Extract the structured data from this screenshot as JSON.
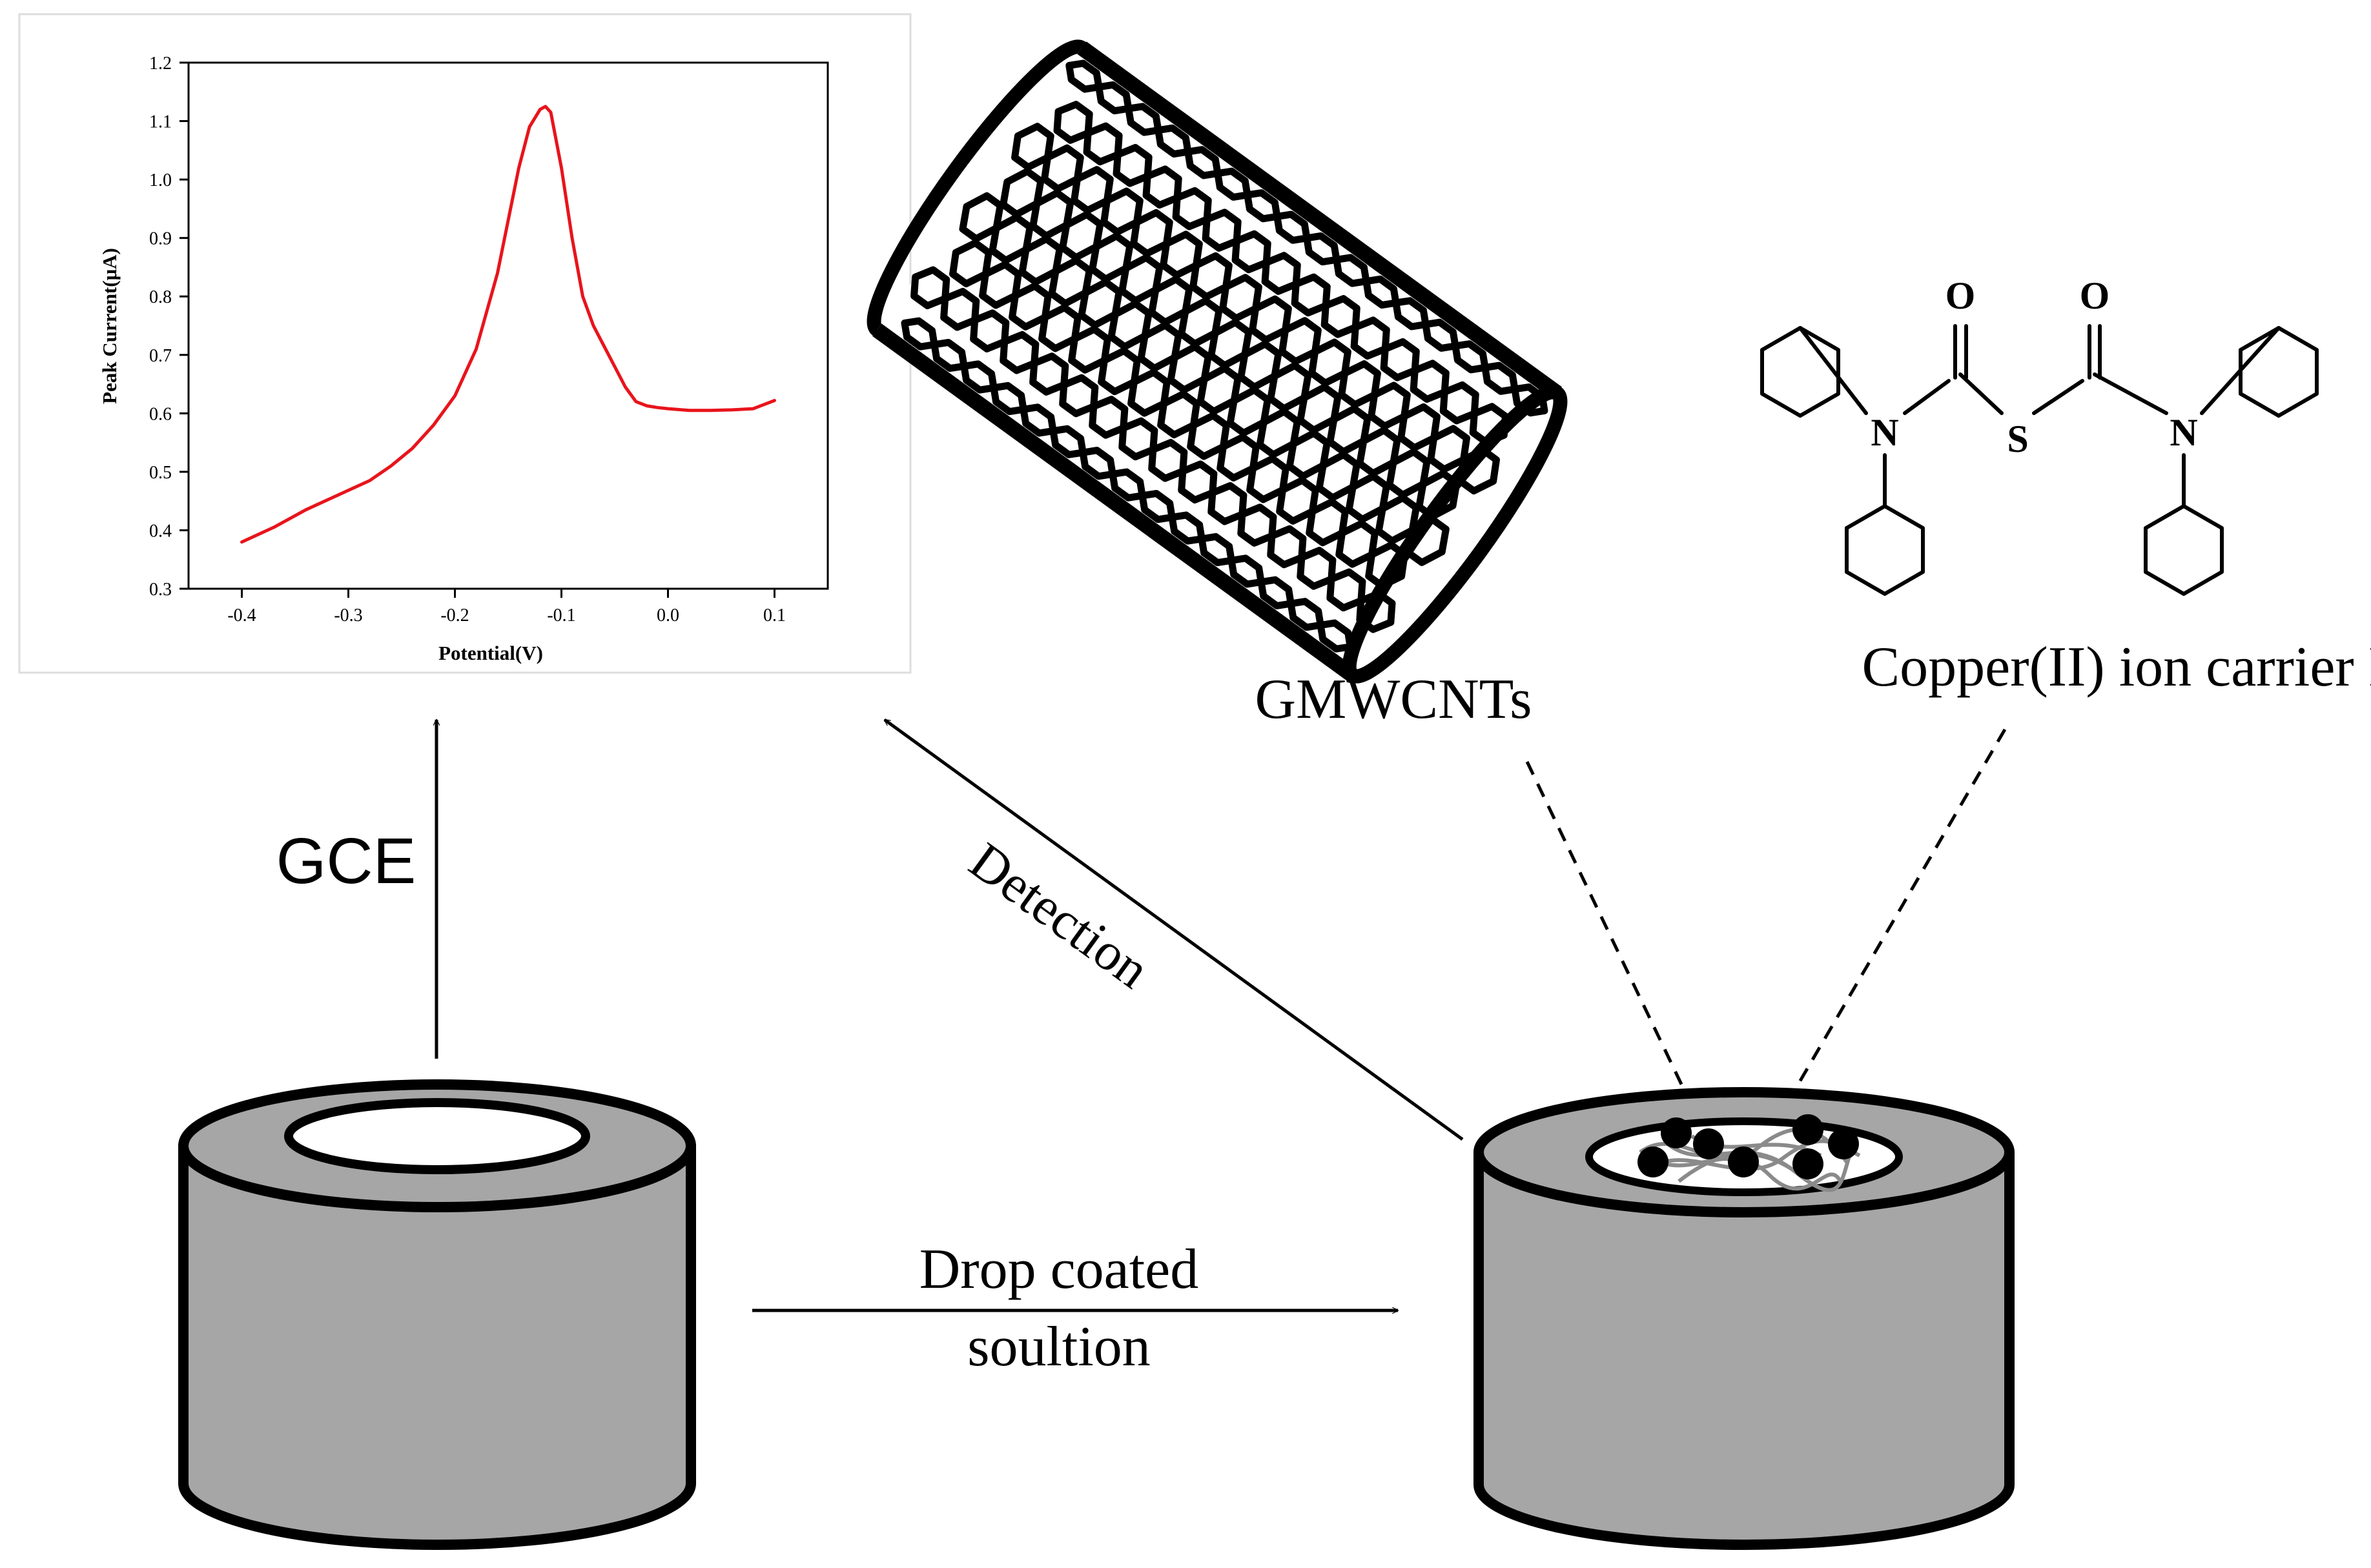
{
  "chart_data": {
    "type": "line",
    "title": "",
    "xlabel": "Potential(V)",
    "ylabel": "Peak Current(μA)",
    "xlim": [
      -0.45,
      0.15
    ],
    "ylim": [
      0.3,
      1.2
    ],
    "xticks": [
      "-0.4",
      "-0.3",
      "-0.2",
      "-0.1",
      "0.0",
      "0.1"
    ],
    "xtick_values": [
      -0.4,
      -0.3,
      -0.2,
      -0.1,
      0.0,
      0.1
    ],
    "yticks": [
      "0.3",
      "0.4",
      "0.5",
      "0.6",
      "0.7",
      "0.8",
      "0.9",
      "1.0",
      "1.1",
      "1.2"
    ],
    "ytick_values": [
      0.3,
      0.4,
      0.5,
      0.6,
      0.7,
      0.8,
      0.9,
      1.0,
      1.1,
      1.2
    ],
    "grid": false,
    "line_color": "#e8141c",
    "series": [
      {
        "x": [
          -0.4,
          -0.37,
          -0.34,
          -0.31,
          -0.28,
          -0.26,
          -0.24,
          -0.22,
          -0.2,
          -0.18,
          -0.16,
          -0.15,
          -0.14,
          -0.13,
          -0.12,
          -0.115,
          -0.11,
          -0.1,
          -0.09,
          -0.08,
          -0.07,
          -0.06,
          -0.05,
          -0.04,
          -0.03,
          -0.02,
          -0.01,
          0.0,
          0.02,
          0.04,
          0.06,
          0.08,
          0.1
        ],
        "values": [
          0.38,
          0.405,
          0.435,
          0.46,
          0.485,
          0.51,
          0.54,
          0.58,
          0.63,
          0.71,
          0.84,
          0.93,
          1.02,
          1.09,
          1.12,
          1.125,
          1.115,
          1.02,
          0.9,
          0.8,
          0.75,
          0.715,
          0.68,
          0.645,
          0.62,
          0.613,
          0.61,
          0.608,
          0.605,
          0.605,
          0.606,
          0.608,
          0.622
        ]
      }
    ]
  },
  "labels": {
    "gce": "GCE",
    "detection": "Detection",
    "drop_line1": "Drop coated",
    "drop_line2": "soultion",
    "gmwcnts": "GMWCNTs",
    "carrier": "Copper(II) ion carrier IV"
  },
  "molecule": {
    "o_left": "O",
    "o_right": "O",
    "n_left": "N",
    "n_right": "N",
    "s": "S"
  },
  "colors": {
    "electrode_gray": "#a6a6a6",
    "outline": "#000000",
    "chart_line": "#e8141c"
  }
}
